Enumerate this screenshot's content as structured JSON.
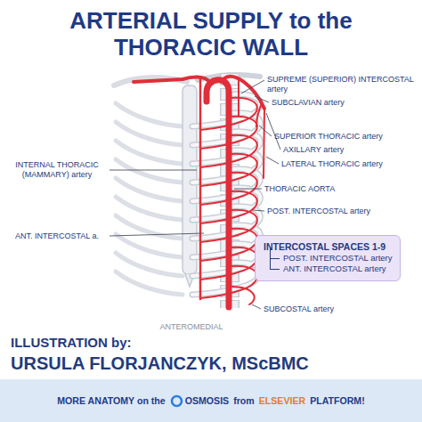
{
  "diagram": {
    "title": "ARTERIAL SUPPLY to the THORACIC WALL",
    "nodes": [
      {
        "text": [
          "INTERCOSTAL SPACES 1-9",
          "POST. INTERCOSTAL artery",
          "ANT. INTERCOSTAL artery"
        ]
      },
      {
        "text": [
          "MORE ANATOMY on the",
          "OSMOSIS",
          "from",
          "ELSEVIER",
          "PLATFORM!"
        ]
      }
    ],
    "labels": [
      "SUPREME (SUPERIOR) INTERCOSTAL artery",
      "SUBCLAVIAN artery",
      "SUPERIOR THORACIC artery",
      "AXILLARY artery",
      "LATERAL THORACIC artery",
      "INTERNAL THORACIC (MAMMARY) artery",
      "THORACIC AORTA",
      "POST. INTERCOSTAL artery",
      "ANT. INTERCOSTAL a.",
      "SUBCOSTAL artery",
      "ANTEROMEDIAL",
      "ILLUSTRATION by:",
      "URSULA FLORJANCZYK, MScBMC"
    ]
  }
}
